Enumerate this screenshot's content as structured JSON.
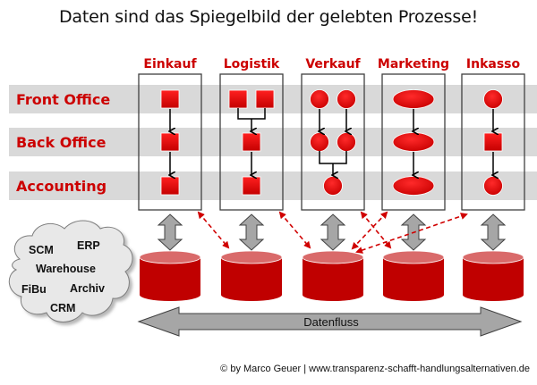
{
  "title": "Daten sind das Spiegelbild der gelebten Prozesse!",
  "colors": {
    "accent_red": "#cc0000",
    "shape_red": "#e00000",
    "db_red": "#c00000",
    "db_top": "#d96a6a",
    "band_gray": "#d9d9d9",
    "arrow_gray": "#a6a6a6",
    "cloud_gray": "#e6e6e6"
  },
  "rows": [
    {
      "label": "Front Office"
    },
    {
      "label": "Back Office"
    },
    {
      "label": "Accounting"
    }
  ],
  "columns": [
    {
      "label": "Einkauf",
      "shapes": [
        "square",
        "square",
        "square"
      ],
      "flow": "linear"
    },
    {
      "label": "Logistik",
      "shapes": [
        "square+square",
        "square",
        "square"
      ],
      "flow": "merge-top"
    },
    {
      "label": "Verkauf",
      "shapes": [
        "circle+circle",
        "circle+circle",
        "circle"
      ],
      "flow": "merge-bottom"
    },
    {
      "label": "Marketing",
      "shapes": [
        "ellipse",
        "ellipse",
        "ellipse"
      ],
      "flow": "linear"
    },
    {
      "label": "Inkasso",
      "shapes": [
        "circle",
        "square",
        "circle"
      ],
      "flow": "linear"
    }
  ],
  "databases": [
    "Einkauf",
    "Logistik",
    "Verkauf",
    "Marketing",
    "Inkasso"
  ],
  "cross_links": [
    {
      "from": "Einkauf",
      "to_db": "Logistik"
    },
    {
      "from": "Logistik",
      "to_db": "Verkauf"
    },
    {
      "from": "Verkauf",
      "to_db": "Marketing"
    },
    {
      "from": "Marketing",
      "to_db": "Verkauf"
    },
    {
      "from": "Inkasso",
      "to_db": "Verkauf"
    }
  ],
  "cloud": {
    "items": [
      "SCM",
      "ERP",
      "Warehouse",
      "FiBu",
      "Archiv",
      "CRM"
    ]
  },
  "flow_arrow": {
    "label": "Datenfluss"
  },
  "footer": "© by Marco Geuer | www.transparenz-schafft-handlungsalternativen.de"
}
